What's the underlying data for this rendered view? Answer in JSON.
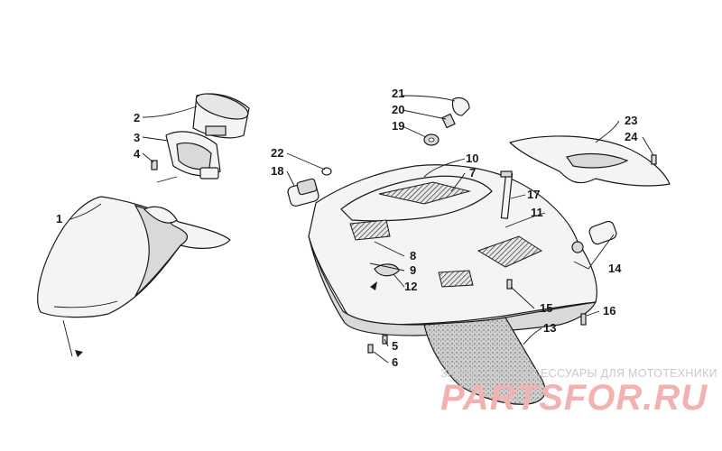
{
  "callouts": [
    {
      "id": "1",
      "label": "1"
    },
    {
      "id": "2",
      "label": "2"
    },
    {
      "id": "3",
      "label": "3"
    },
    {
      "id": "4",
      "label": "4"
    },
    {
      "id": "5",
      "label": "5"
    },
    {
      "id": "6",
      "label": "6"
    },
    {
      "id": "7",
      "label": "7"
    },
    {
      "id": "8",
      "label": "8"
    },
    {
      "id": "9",
      "label": "9"
    },
    {
      "id": "10",
      "label": "10"
    },
    {
      "id": "11",
      "label": "11"
    },
    {
      "id": "12",
      "label": "12"
    },
    {
      "id": "13",
      "label": "13"
    },
    {
      "id": "14",
      "label": "14"
    },
    {
      "id": "15",
      "label": "15"
    },
    {
      "id": "16",
      "label": "16"
    },
    {
      "id": "17",
      "label": "17"
    },
    {
      "id": "18",
      "label": "18"
    },
    {
      "id": "19",
      "label": "19"
    },
    {
      "id": "20",
      "label": "20"
    },
    {
      "id": "21",
      "label": "21"
    },
    {
      "id": "22",
      "label": "22"
    },
    {
      "id": "23",
      "label": "23"
    },
    {
      "id": "24",
      "label": "24"
    }
  ],
  "watermark": {
    "tagline": "ЗАПЧАСТИ И АКСЕССУАРЫ ДЛЯ МОТОТЕХНИКИ",
    "brand": "PARTSFOR.RU"
  }
}
